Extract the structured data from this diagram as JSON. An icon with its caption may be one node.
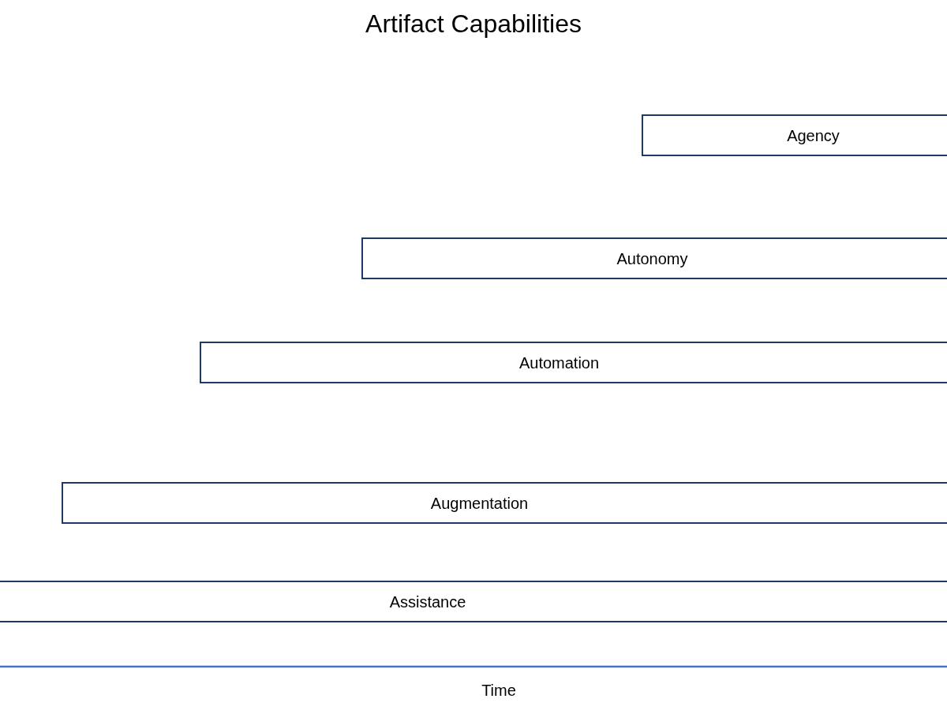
{
  "diagram": {
    "title": "Artifact Capabilities",
    "nodes": [
      {
        "text": [
          "Agency"
        ]
      },
      {
        "text": [
          "Autonomy"
        ]
      },
      {
        "text": [
          "Automation"
        ]
      },
      {
        "text": [
          "Augmentation"
        ]
      },
      {
        "text": [
          "Assistance"
        ]
      }
    ],
    "labels": [
      "Time"
    ]
  }
}
